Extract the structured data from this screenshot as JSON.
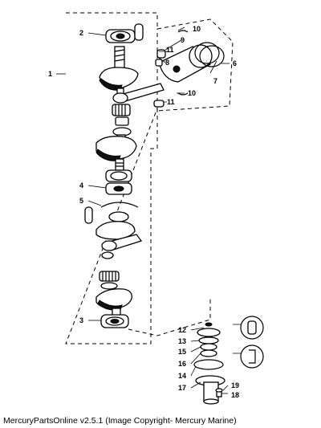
{
  "caption": "MercuryPartsOnline v2.5.1 (Image Copyright- Mercury Marine)",
  "callouts": {
    "c1": "1",
    "c2": "2",
    "c3": "3",
    "c4": "4",
    "c5": "5",
    "c6": "6",
    "c7": "7",
    "c8": "8",
    "c9": "9",
    "c10a": "10",
    "c10b": "10",
    "c11a": "11",
    "c11b": "11",
    "c12": "12",
    "c13": "13",
    "c14": "14",
    "c15": "15",
    "c16": "16",
    "c17": "17",
    "c18": "18",
    "c19": "19"
  }
}
